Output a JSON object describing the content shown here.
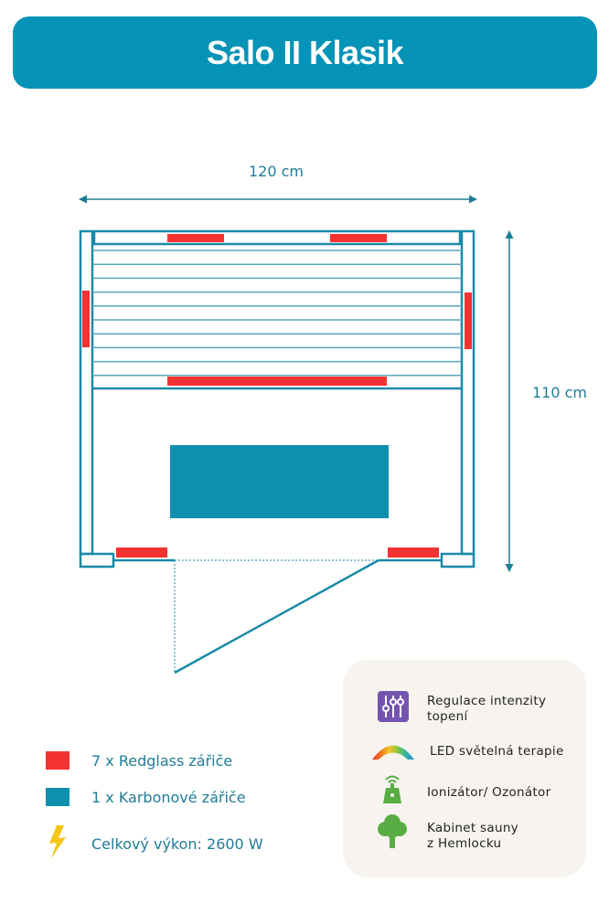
{
  "title": "Salo II Klasik",
  "dimensions": {
    "width": "120 cm",
    "depth": "110 cm"
  },
  "legend": [
    {
      "label": "7 x Redglass zářiče",
      "color": "#f53232"
    },
    {
      "label": "1 x Karbonové zářiče",
      "color": "#0f8fae"
    },
    {
      "label": "Celkový výkon: 2600 W",
      "icon": "lightning-icon"
    }
  ],
  "features": [
    {
      "label_line1": "Regulace intenzity",
      "label_line2": "topení",
      "icon": "sliders-icon"
    },
    {
      "label_line1": "LED světelná terapie",
      "icon": "rainbow-icon"
    },
    {
      "label_line1": "Ionizátor/ Ozonátor",
      "icon": "ionizer-icon"
    },
    {
      "label_line1": "Kabinet sauny",
      "label_line2": "z Hemlocku",
      "icon": "tree-icon"
    }
  ],
  "colors": {
    "accent": "#0593b7",
    "line": "#1a8aa8",
    "heater": "#f53232"
  }
}
